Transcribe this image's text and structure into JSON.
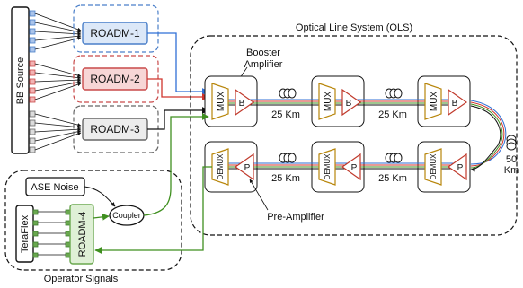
{
  "colors": {
    "roadm1_fill": "#dce8f8",
    "roadm1_stroke": "#4a7fc9",
    "roadm2_fill": "#f7d6d6",
    "roadm2_stroke": "#c94a4a",
    "roadm3_fill": "#ececec",
    "roadm3_stroke": "#666666",
    "roadm4_fill": "#dff0d6",
    "roadm4_stroke": "#6aa84f",
    "amp_stroke": "#c0392b",
    "mux_stroke": "#b8860b",
    "link_blue": "#2f6fd6",
    "link_red": "#d0342c",
    "link_black": "#111111",
    "link_green": "#3f8f1f"
  },
  "labels": {
    "bb_source": "BB Source",
    "roadm1": "ROADM-1",
    "roadm2": "ROADM-2",
    "roadm3": "ROADM-3",
    "roadm4": "ROADM-4",
    "ols_title": "Optical Line System (OLS)",
    "booster_amplifier_line1": "Booster",
    "booster_amplifier_line2": "Amplifier",
    "pre_amplifier": "Pre-Amplifier",
    "mux": "MUX",
    "demux": "DEMUX",
    "booster_b": "B",
    "preamp_p": "P",
    "span_25km": "25 Km",
    "span_50km_line1": "50",
    "span_50km_line2": "Km",
    "ase_noise": "ASE Noise",
    "coupler": "Coupler",
    "teraflex": "TeraFlex",
    "operator_signals": "Operator Signals"
  }
}
